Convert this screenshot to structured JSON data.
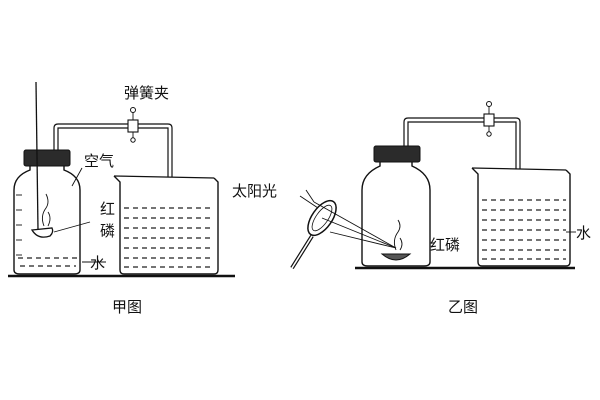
{
  "labels": {
    "clamp": "弹簧夹",
    "air": "空气",
    "phosphorus_a_line1": "红",
    "phosphorus_a_line2": "磷",
    "water_a": "水",
    "sunlight": "太阳光",
    "phosphorus_b": "红磷",
    "water_b": "水"
  },
  "captions": {
    "figure_a": "甲图",
    "figure_b": "乙图"
  },
  "colors": {
    "ink": "#111111",
    "cork": "#2b2b2b",
    "background": "#ffffff"
  }
}
